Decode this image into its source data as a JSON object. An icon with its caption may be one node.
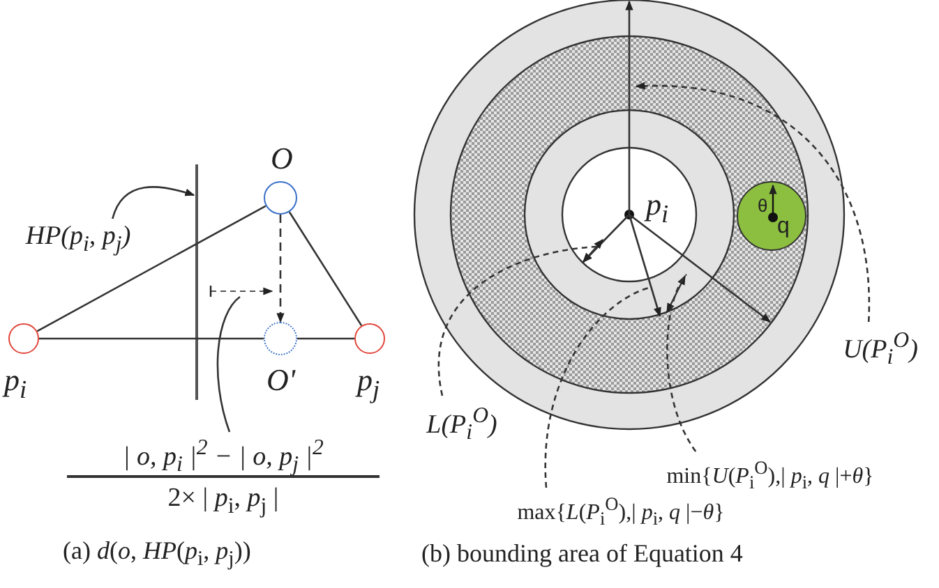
{
  "diagram": {
    "nodes": [
      {
        "text": [],
        "shape": "circle",
        "beside": [
          "p$_{i}$"
        ]
      },
      {
        "text": [],
        "shape": "circle",
        "beside": [
          "O"
        ]
      },
      {
        "text": [],
        "shape": "circle",
        "beside": [
          "O'"
        ]
      },
      {
        "text": [],
        "shape": "circle",
        "beside": [
          "p$_{j}$"
        ]
      },
      {
        "text": [
          "HP(p$_{i}$, p$_{j}$)"
        ]
      },
      {
        "text": [],
        "shape": "line"
      },
      {
        "text": [
          "| o, p$_{i}$ |$^{2}$ − | o, p$_{j}$ |$^{2}$",
          "2× | *p*$_{i}$, *p*$_{j}$ |"
        ]
      },
      {
        "text": [
          "θ",
          "q"
        ]
      },
      {
        "text": [
          "U(P$_{i}$$^{O}$)"
        ]
      },
      {
        "text": [
          "L(P$_{i}$$^{O}$)"
        ]
      },
      {
        "text": [
          "min{*U*(*P*$_{i}$$^{O}$),| *p*$_{i}$, *q* |+*θ*}"
        ]
      },
      {
        "text": [
          "max{*L*(*P*$_{i}$$^{O}$),| *p*$_{i}$, *q* |−*θ*}"
        ]
      }
    ],
    "edges": [
      {
        "from": 0,
        "to": 1,
        "arrow": "none"
      },
      {
        "from": 1,
        "to": 3,
        "arrow": "none"
      },
      {
        "from": 0,
        "to": 2,
        "arrow": "none"
      },
      {
        "from": 2,
        "to": 3,
        "arrow": "none"
      },
      {
        "from": 1,
        "to": 2,
        "arrow": "to",
        "style": "dashed"
      },
      {
        "from": 4,
        "to": 5,
        "arrow": "to"
      },
      {
        "from": 6,
        "to": null,
        "arrow": "none"
      },
      {
        "from": 8,
        "to": null,
        "arrow": "to",
        "style": "dashed"
      },
      {
        "from": 9,
        "to": null,
        "arrow": "none",
        "style": "dashed"
      },
      {
        "from": 10,
        "to": null,
        "arrow": "none",
        "style": "dashed"
      },
      {
        "from": 11,
        "to": null,
        "arrow": "none",
        "style": "dashed"
      }
    ],
    "labels": [
      "p$_{i}$",
      "(a) *d*(*o*, *HP*(*p*$_{i}$, *p*$_{j}$))",
      "(b) bounding area of Equation 4"
    ]
  }
}
